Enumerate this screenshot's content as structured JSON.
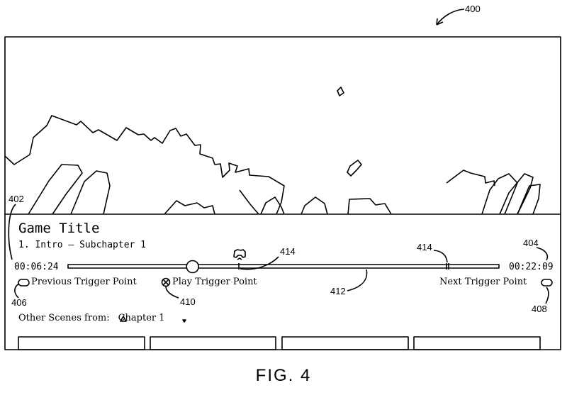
{
  "figure": {
    "label": "400",
    "caption": "FIG. 4"
  },
  "reference_numerals": {
    "panel": "402",
    "end_time": "404",
    "prev_button": "406",
    "next_button": "408",
    "play_button": "410",
    "timeline": "412",
    "trigger_mark_a": "414",
    "trigger_mark_b": "414"
  },
  "overlay": {
    "game_title": "Game Title",
    "chapter_line": "1. Intro – Subchapter 1",
    "time_elapsed": "00:06:24",
    "time_total": "00:22:09",
    "prev_trigger": "Previous Trigger Point",
    "play_trigger": "Play Trigger Point",
    "next_trigger": "Next Trigger Point",
    "scenes_prefix": "Other Scenes from:",
    "scenes_chapter": "Chapter 1",
    "progress_fraction": 0.289
  },
  "icons": {
    "play_button": "circle-x-button-icon",
    "prev_button": "rounded-button-icon",
    "next_button": "rounded-button-icon",
    "triangle": "triangle-button-icon",
    "dropdown": "dropdown-arrow-icon",
    "controller": "controller-icon"
  }
}
